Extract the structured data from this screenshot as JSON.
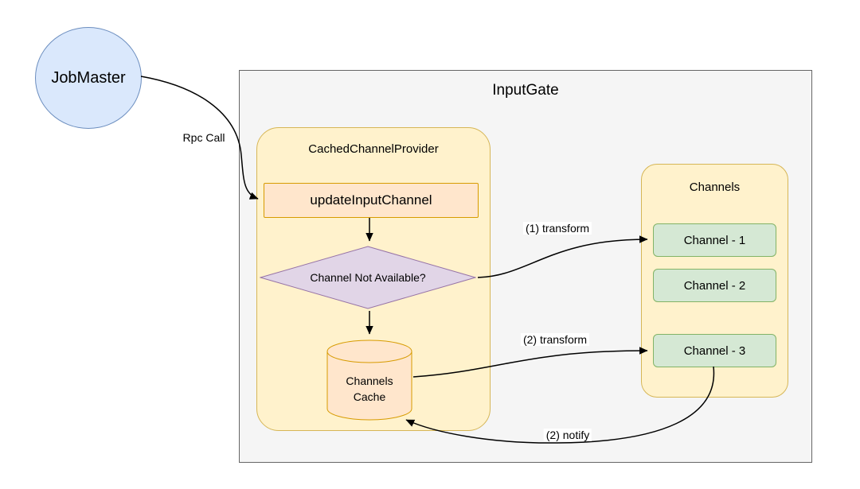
{
  "diagram": {
    "jobmaster": {
      "label": "JobMaster"
    },
    "inputgate": {
      "title": "InputGate"
    },
    "provider": {
      "title": "CachedChannelProvider",
      "update_label": "updateInputChannel",
      "decision_label": "Channel Not Available?",
      "cache_label": "Channels Cache"
    },
    "channels": {
      "title": "Channels",
      "items": [
        {
          "label": "Channel - 1"
        },
        {
          "label": "Channel - 2"
        },
        {
          "label": "Channel - 3"
        }
      ]
    },
    "edges": {
      "rpc_call": "Rpc Call",
      "transform_1": "(1) transform",
      "transform_2": "(2) transform",
      "notify_2": "(2) notify"
    },
    "colors": {
      "blue_fill": "#dae8fc",
      "blue_stroke": "#6c8ebf",
      "yellow_fill": "#fff2cc",
      "yellow_stroke": "#d6b656",
      "orange_fill": "#ffe6cc",
      "orange_stroke": "#d79b00",
      "purple_fill": "#e1d5e7",
      "purple_stroke": "#9673a6",
      "green_fill": "#d5e8d4",
      "green_stroke": "#82b366",
      "container_fill": "#f5f5f5",
      "container_stroke": "#666666",
      "edge_stroke": "#000000"
    }
  }
}
